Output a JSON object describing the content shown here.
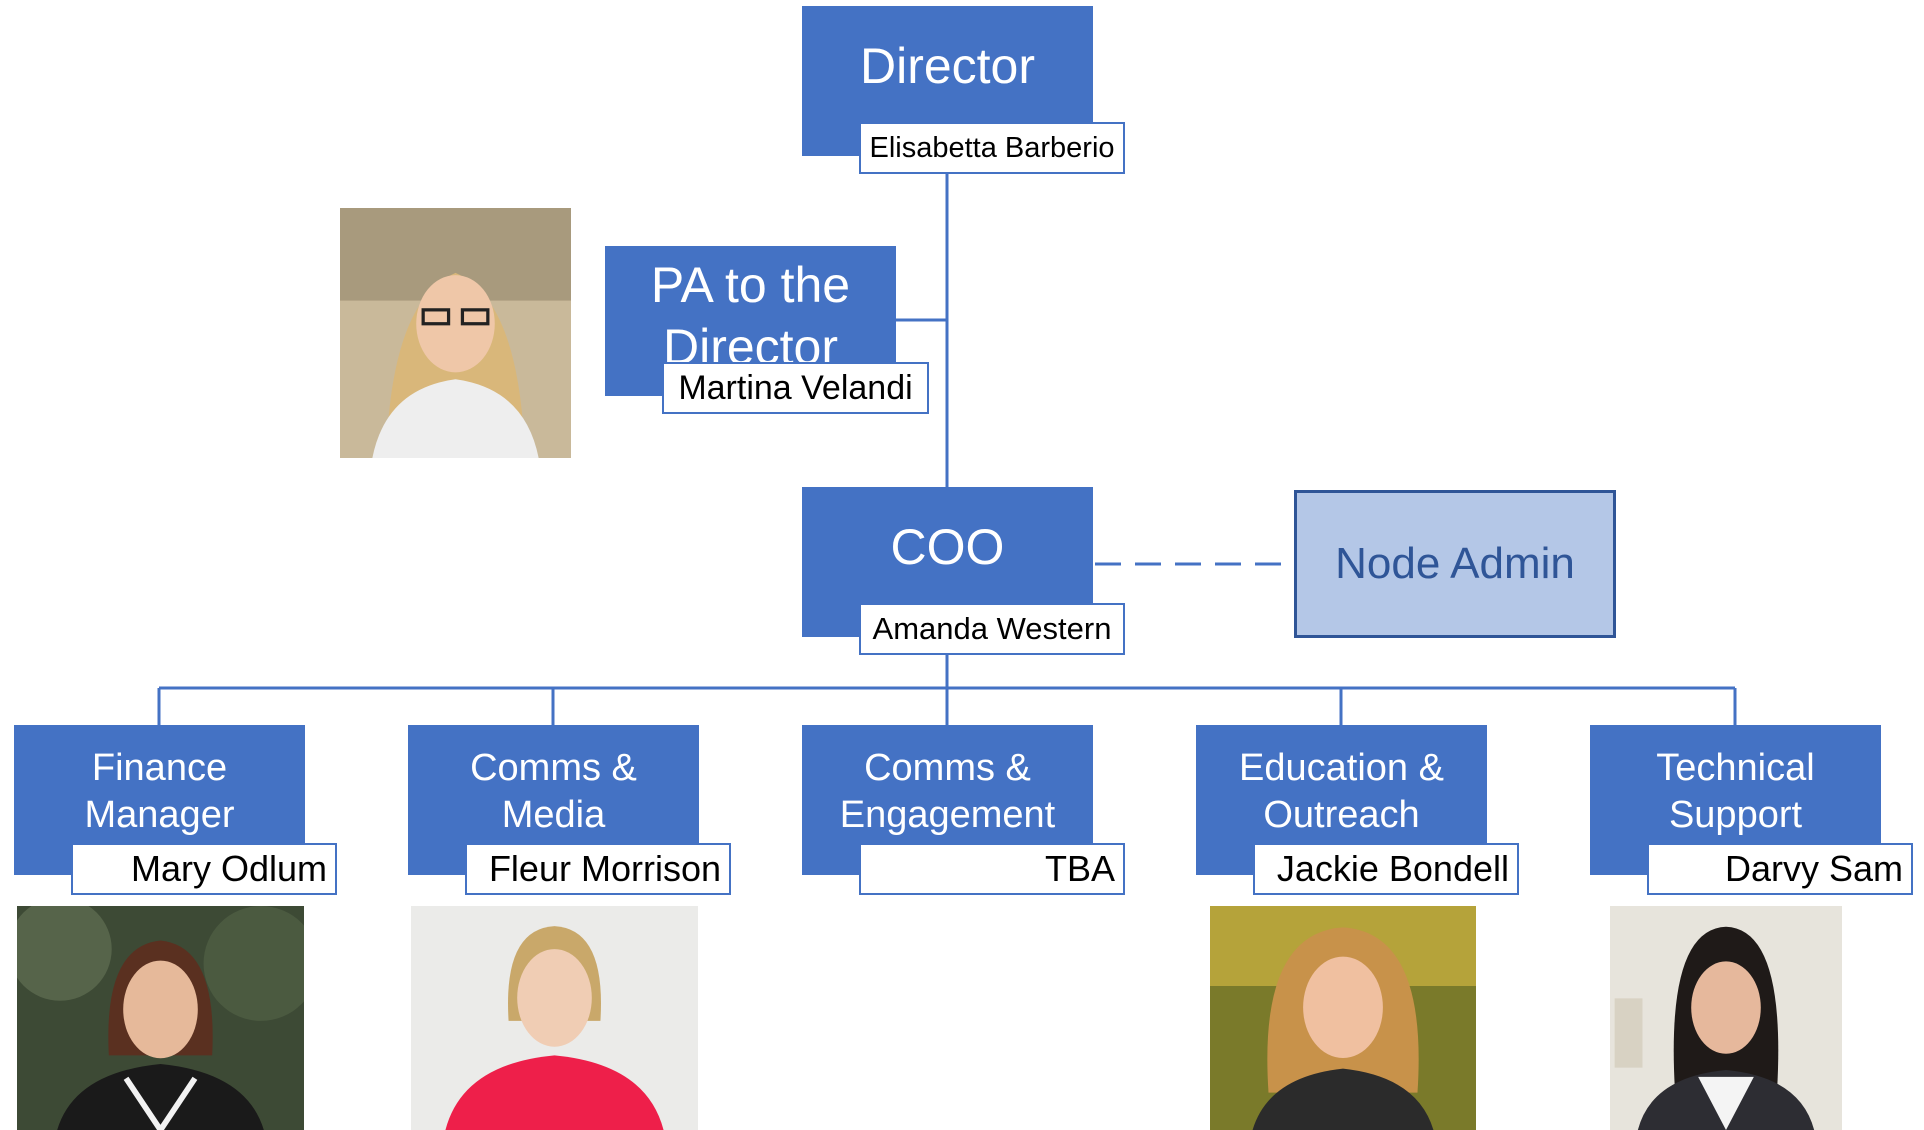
{
  "colors": {
    "role_fill": "#4472c4",
    "connector": "#4472c4",
    "node_admin_fill": "#b4c7e7",
    "node_admin_border": "#2f5597",
    "name_border": "#4472c4"
  },
  "director": {
    "title": "Director",
    "name": "Elisabetta Barberio"
  },
  "pa": {
    "title_line1": "PA to the",
    "title_line2": "Director",
    "name": "Martina Velandi"
  },
  "coo": {
    "title": "COO",
    "name": "Amanda Western"
  },
  "node_admin": {
    "title": "Node Admin"
  },
  "teams": [
    {
      "title_line1": "Finance",
      "title_line2": "Manager",
      "name": "Mary Odlum"
    },
    {
      "title_line1": "Comms &",
      "title_line2": "Media",
      "name": "Fleur Morrison"
    },
    {
      "title_line1": "Comms &",
      "title_line2": "Engagement",
      "name": "TBA"
    },
    {
      "title_line1": "Education &",
      "title_line2": "Outreach",
      "name": "Jackie Bondell"
    },
    {
      "title_line1": "Technical",
      "title_line2": "Support",
      "name": "Darvy Sam"
    }
  ],
  "photos": [
    {
      "person": "Martina Velandi",
      "icon": "portrait-photo"
    },
    {
      "person": "Mary Odlum",
      "icon": "portrait-photo"
    },
    {
      "person": "Fleur Morrison",
      "icon": "portrait-photo"
    },
    {
      "person": "Jackie Bondell",
      "icon": "portrait-photo"
    },
    {
      "person": "Darvy Sam",
      "icon": "portrait-photo"
    }
  ]
}
